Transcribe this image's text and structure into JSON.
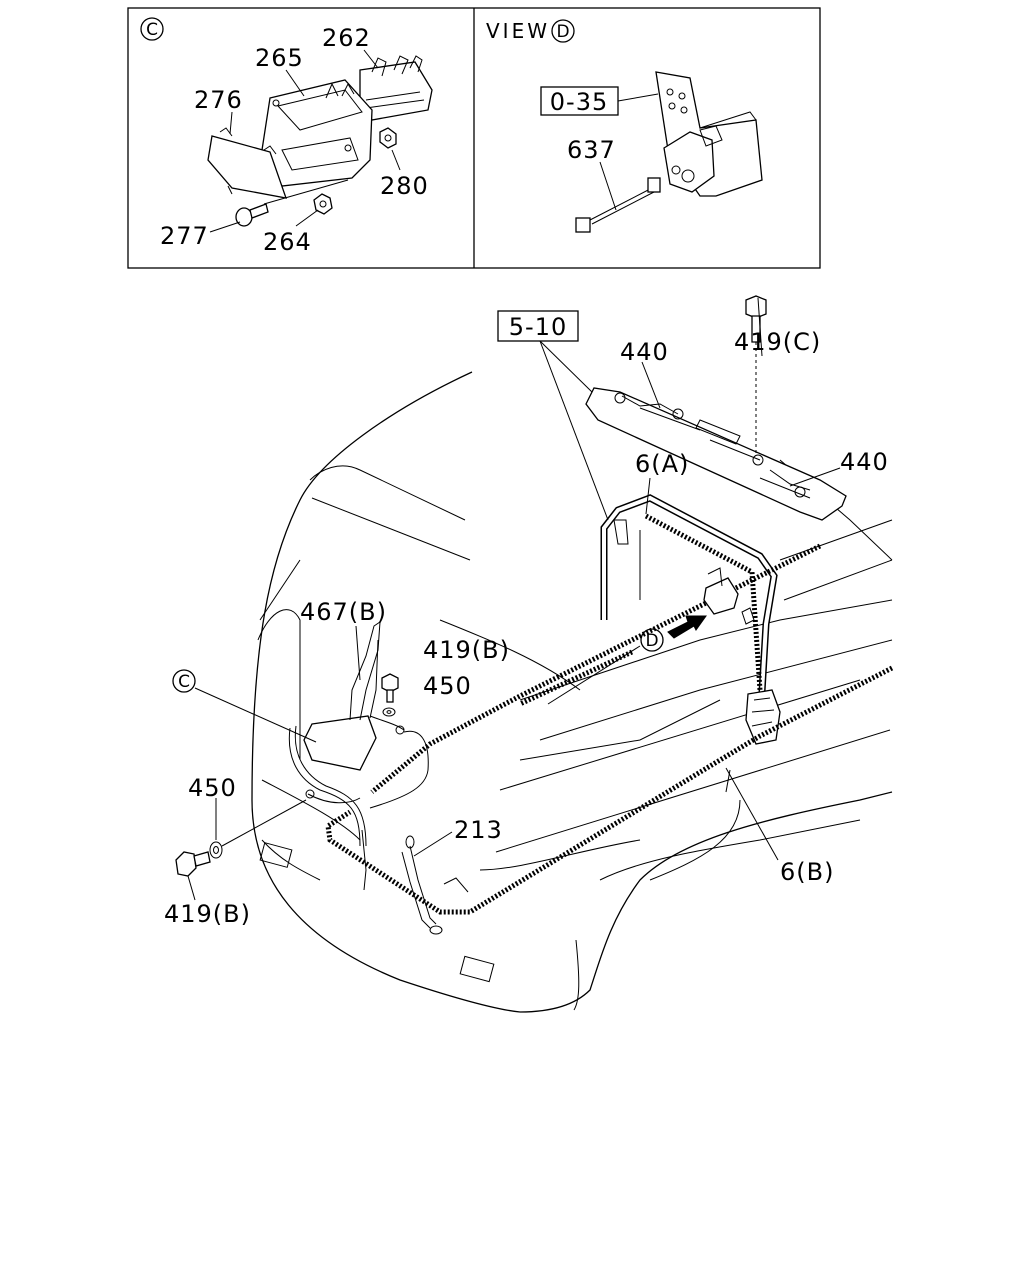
{
  "detail_c": {
    "marker": "C",
    "labels": [
      "262",
      "265",
      "276",
      "280",
      "277",
      "264"
    ]
  },
  "view_d": {
    "title": "VIEW",
    "marker": "D",
    "boxed_ref": "0-35",
    "labels": [
      "637"
    ]
  },
  "main": {
    "boxed_ref": "5-10",
    "labels": {
      "l440a": "440",
      "l419c": "419(C)",
      "l440b": "440",
      "l6a": "6(A)",
      "l467b": "467(B)",
      "l419b_top": "419(B)",
      "l450_top": "450",
      "lC": "C",
      "l450_left": "450",
      "l213": "213",
      "l6b": "6(B)",
      "l419b_bottom": "419(B)",
      "lD": "D"
    }
  }
}
